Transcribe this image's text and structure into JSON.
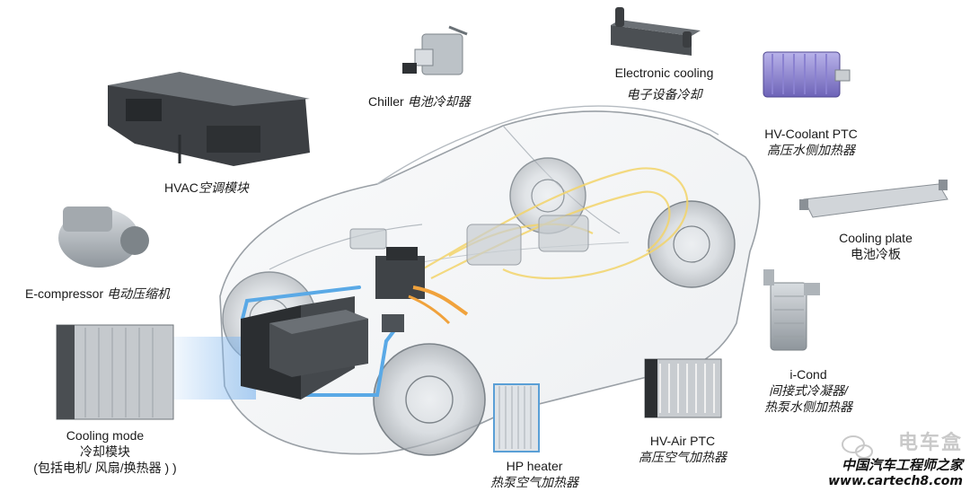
{
  "labels": {
    "hvac": {
      "en": "HVAC",
      "cn": "空调模块"
    },
    "ecomp": {
      "en": "E-compressor",
      "cn": "电动压缩机"
    },
    "coolmode": {
      "en": "Cooling mode",
      "cn1": "冷却模块",
      "cn2": "(包括电机/ 风扇/换热器 ) )"
    },
    "chiller": {
      "en": "Chiller",
      "cn": "电池冷却器"
    },
    "electronic": {
      "en": "Electronic cooling",
      "cn": "电子设备冷却"
    },
    "hvcoolant": {
      "en": "HV-Coolant PTC",
      "cn": "高压水侧加热器"
    },
    "coolplate": {
      "en": "Cooling plate",
      "cn": "电池冷板"
    },
    "icond": {
      "en": "i-Cond",
      "cn1": "间接式冷凝器/",
      "cn2": "热泵水侧加热器"
    },
    "hvair": {
      "en": "HV-Air PTC",
      "cn": "高压空气加热器"
    },
    "hpheater": {
      "en": "HP heater",
      "cn": "热泵空气加热器"
    }
  },
  "watermark": {
    "brand": "电车盒",
    "site": "中国汽车工程师之家",
    "url": "www.cartech8.com"
  },
  "colors": {
    "coolant_blue": "#5aa9e6",
    "heat_orange": "#f0a23c",
    "heat_yellow": "#f2d46a",
    "car_outline": "#9aa0a6"
  }
}
